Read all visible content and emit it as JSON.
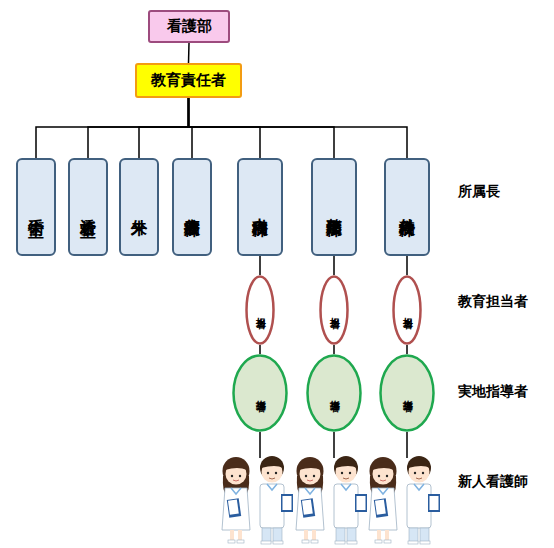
{
  "diagram": {
    "nodes": [
      {
        "text": [
          "看護部"
        ]
      },
      {
        "text": [
          "教育責任者"
        ]
      },
      {
        "text": [
          "手術室"
        ]
      },
      {
        "text": [
          "透析室"
        ]
      },
      {
        "text": [
          "外来"
        ]
      },
      {
        "text": [
          "療養病棟"
        ]
      },
      {
        "text": [
          "内科病棟"
        ]
      },
      {
        "text": [
          "整形病棟"
        ]
      },
      {
        "text": [
          "外科病棟"
        ]
      },
      {
        "text": [
          "担当者"
        ]
      },
      {
        "text": [
          "担当者"
        ]
      },
      {
        "text": [
          "担当者"
        ]
      },
      {
        "text": [
          "指導者"
        ]
      },
      {
        "text": [
          "指導者"
        ]
      },
      {
        "text": [
          "指導者"
        ]
      }
    ],
    "edges": [
      {
        "from": 0,
        "to": 1,
        "arrow": "none"
      },
      {
        "from": 1,
        "to": 2,
        "arrow": "none"
      },
      {
        "from": 1,
        "to": 3,
        "arrow": "none"
      },
      {
        "from": 1,
        "to": 4,
        "arrow": "none"
      },
      {
        "from": 1,
        "to": 5,
        "arrow": "none"
      },
      {
        "from": 1,
        "to": 6,
        "arrow": "none"
      },
      {
        "from": 1,
        "to": 7,
        "arrow": "none"
      },
      {
        "from": 1,
        "to": 8,
        "arrow": "none"
      },
      {
        "from": 6,
        "to": 9,
        "arrow": "none"
      },
      {
        "from": 7,
        "to": 10,
        "arrow": "none"
      },
      {
        "from": 8,
        "to": 11,
        "arrow": "none"
      },
      {
        "from": 9,
        "to": 12,
        "arrow": "none"
      },
      {
        "from": 10,
        "to": 13,
        "arrow": "none"
      },
      {
        "from": 11,
        "to": 14,
        "arrow": "none"
      }
    ],
    "labels": [
      "所属長",
      "教育担当者",
      "実地指導者",
      "新人看護師"
    ]
  }
}
